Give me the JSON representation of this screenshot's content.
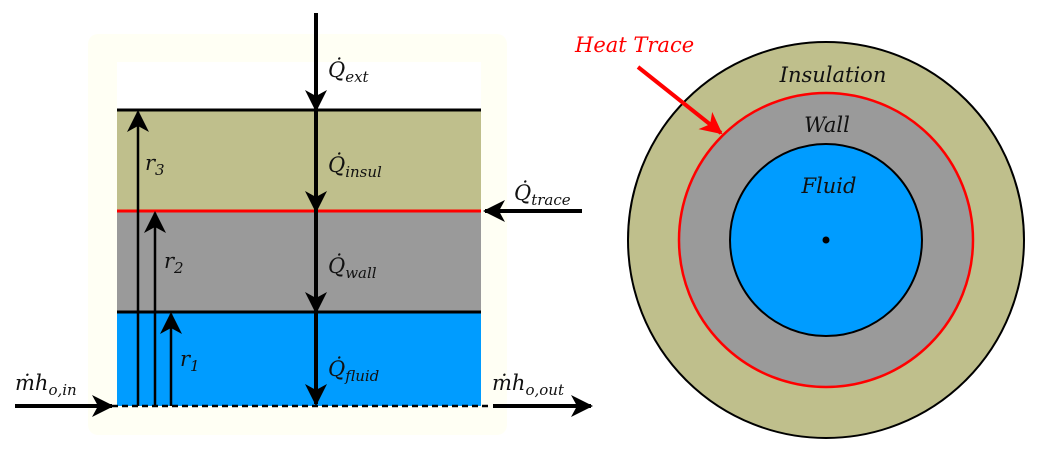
{
  "colors": {
    "insulation": "#bfbf8c",
    "wall": "#9a9a9a",
    "fluid": "#009cff",
    "heat_trace": "#ff0000",
    "background_panel": "#fffff4"
  },
  "left_panel": {
    "q_ext": {
      "base": "Q̇",
      "sub": "ext"
    },
    "q_insul": {
      "base": "Q̇",
      "sub": "insul"
    },
    "q_trace": {
      "base": "Q̇",
      "sub": "trace"
    },
    "q_wall": {
      "base": "Q̇",
      "sub": "wall"
    },
    "q_fluid": {
      "base": "Q̇",
      "sub": "fluid"
    },
    "r3": {
      "base": "r",
      "sub": "3"
    },
    "r2": {
      "base": "r",
      "sub": "2"
    },
    "r1": {
      "base": "r",
      "sub": "1"
    },
    "mh_in": {
      "base": "ṁh",
      "sub": "o,in"
    },
    "mh_out": {
      "base": "ṁh",
      "sub": "o,out"
    }
  },
  "right_panel": {
    "heat_trace_label": "Heat Trace",
    "insulation_label": "Insulation",
    "wall_label": "Wall",
    "fluid_label": "Fluid"
  }
}
